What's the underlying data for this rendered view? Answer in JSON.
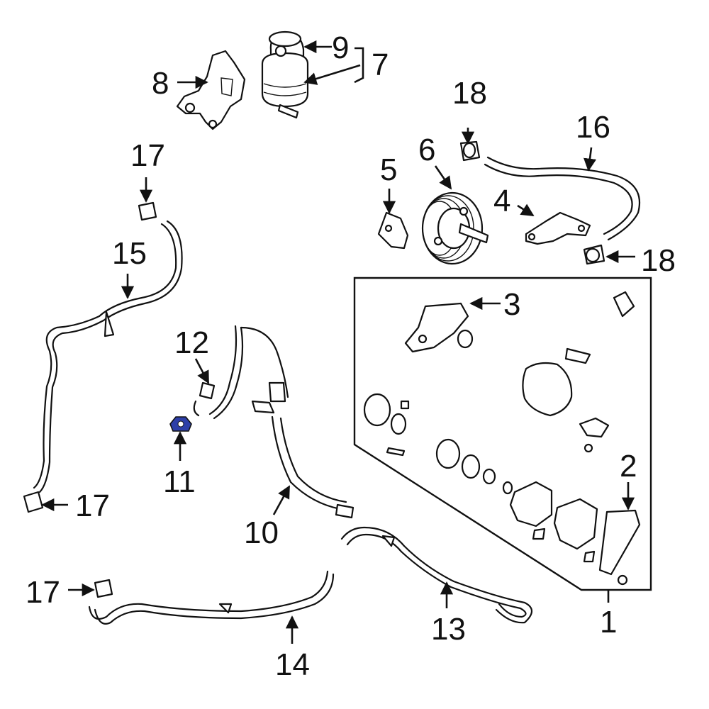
{
  "callouts": {
    "c1": "1",
    "c2": "2",
    "c3": "3",
    "c4": "4",
    "c5": "5",
    "c6": "6",
    "c7": "7",
    "c8": "8",
    "c9": "9",
    "c10": "10",
    "c11": "11",
    "c12": "12",
    "c13": "13",
    "c14": "14",
    "c15": "15",
    "c16": "16",
    "c17a": "17",
    "c17b": "17",
    "c17c": "17",
    "c18a": "18",
    "c18b": "18"
  },
  "colors": {
    "ink": "#111111",
    "highlight": "#2d3fa8",
    "background": "#ffffff"
  }
}
